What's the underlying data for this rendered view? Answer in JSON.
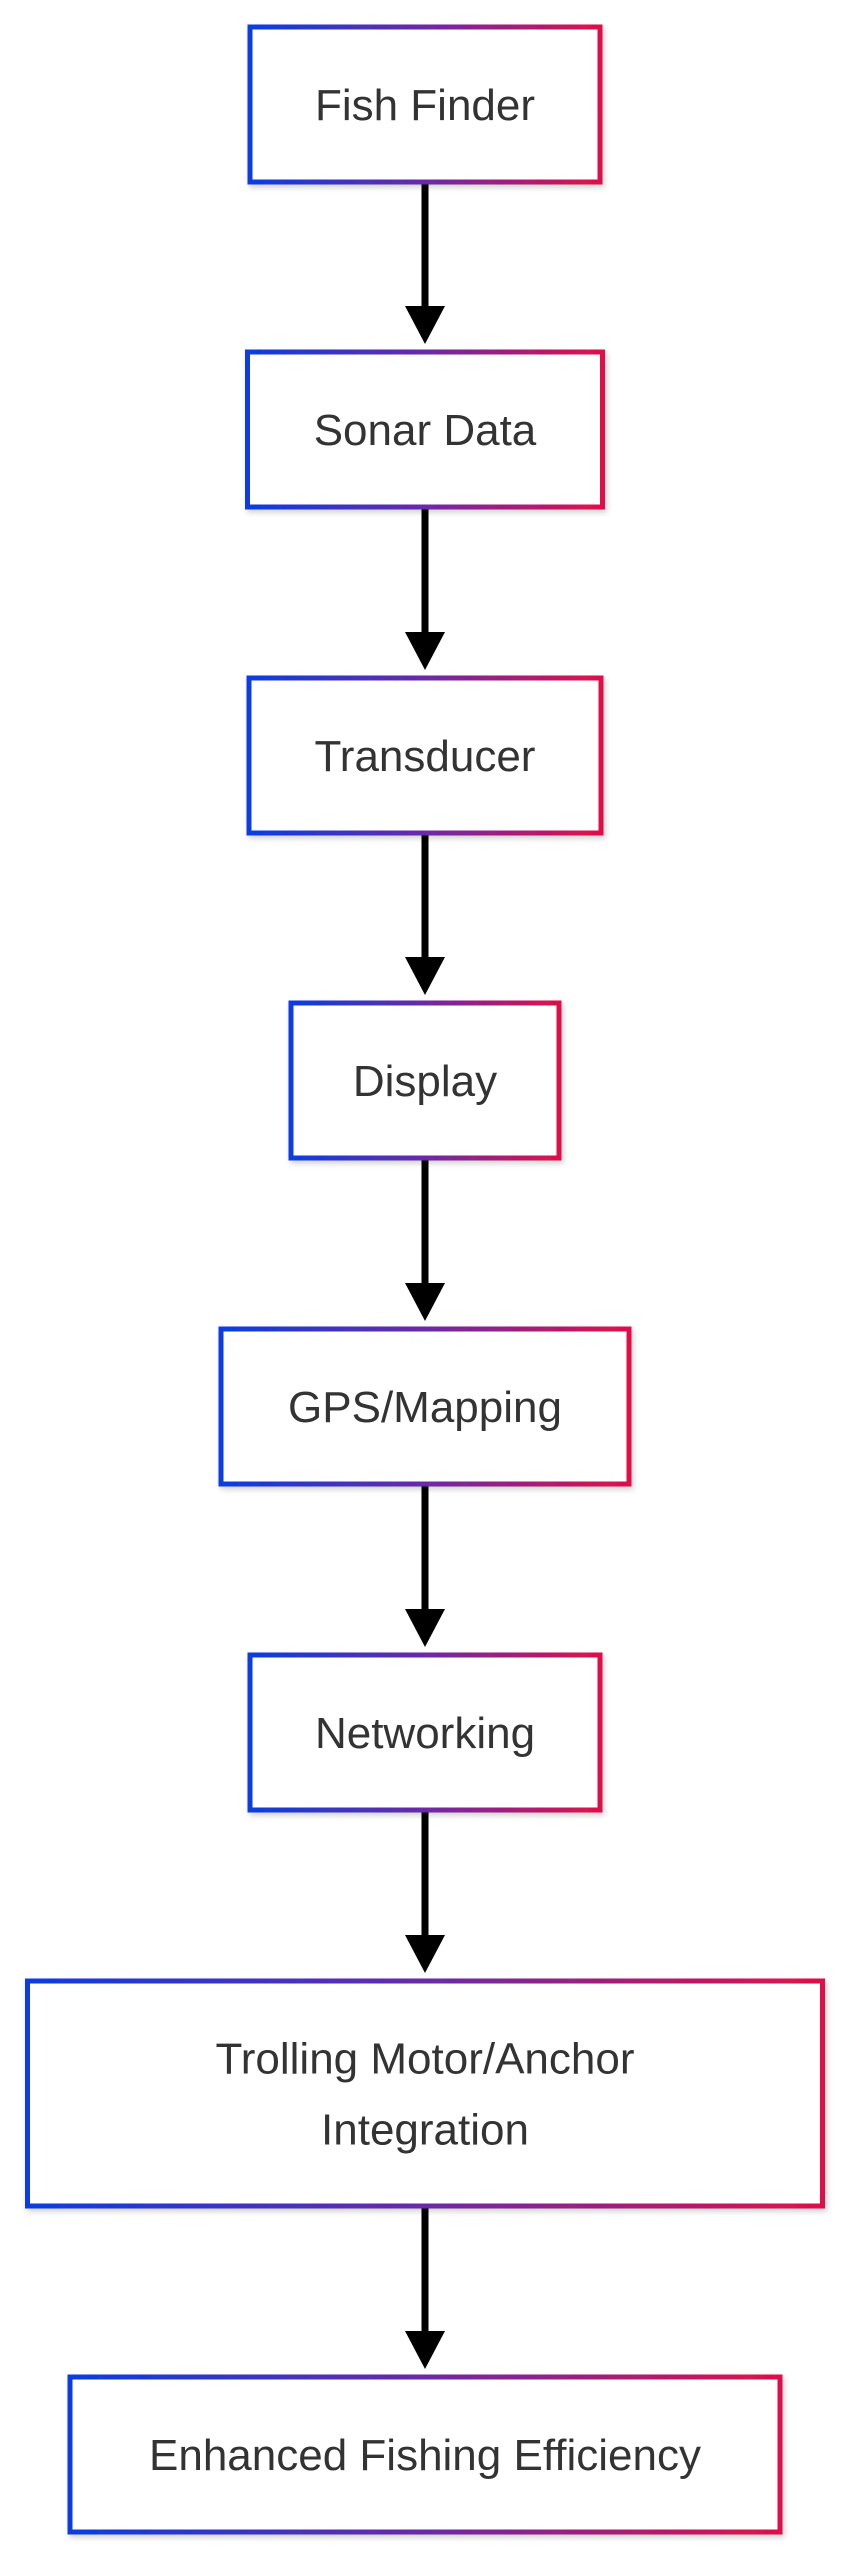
{
  "diagram": {
    "nodes": [
      {
        "id": "fish-finder",
        "lines": [
          "Fish Finder"
        ]
      },
      {
        "id": "sonar-data",
        "lines": [
          "Sonar Data"
        ]
      },
      {
        "id": "transducer",
        "lines": [
          "Transducer"
        ]
      },
      {
        "id": "display",
        "lines": [
          "Display"
        ]
      },
      {
        "id": "gps-mapping",
        "lines": [
          "GPS/Mapping"
        ]
      },
      {
        "id": "networking",
        "lines": [
          "Networking"
        ]
      },
      {
        "id": "trolling-motor-anchor-integration",
        "lines": [
          "Trolling Motor/Anchor",
          "Integration"
        ]
      },
      {
        "id": "enhanced-fishing-efficiency",
        "lines": [
          "Enhanced Fishing Efficiency"
        ]
      }
    ],
    "edges": [
      {
        "from": "fish-finder",
        "to": "sonar-data"
      },
      {
        "from": "sonar-data",
        "to": "transducer"
      },
      {
        "from": "transducer",
        "to": "display"
      },
      {
        "from": "display",
        "to": "gps-mapping"
      },
      {
        "from": "gps-mapping",
        "to": "networking"
      },
      {
        "from": "networking",
        "to": "trolling-motor-anchor-integration"
      },
      {
        "from": "trolling-motor-anchor-integration",
        "to": "enhanced-fishing-efficiency"
      }
    ],
    "colors": {
      "border_start": "#0a3de0",
      "border_mid": "#6a2aa8",
      "border_end": "#e0104a",
      "text": "#333333",
      "arrow": "#000000",
      "background": "#ffffff"
    }
  }
}
